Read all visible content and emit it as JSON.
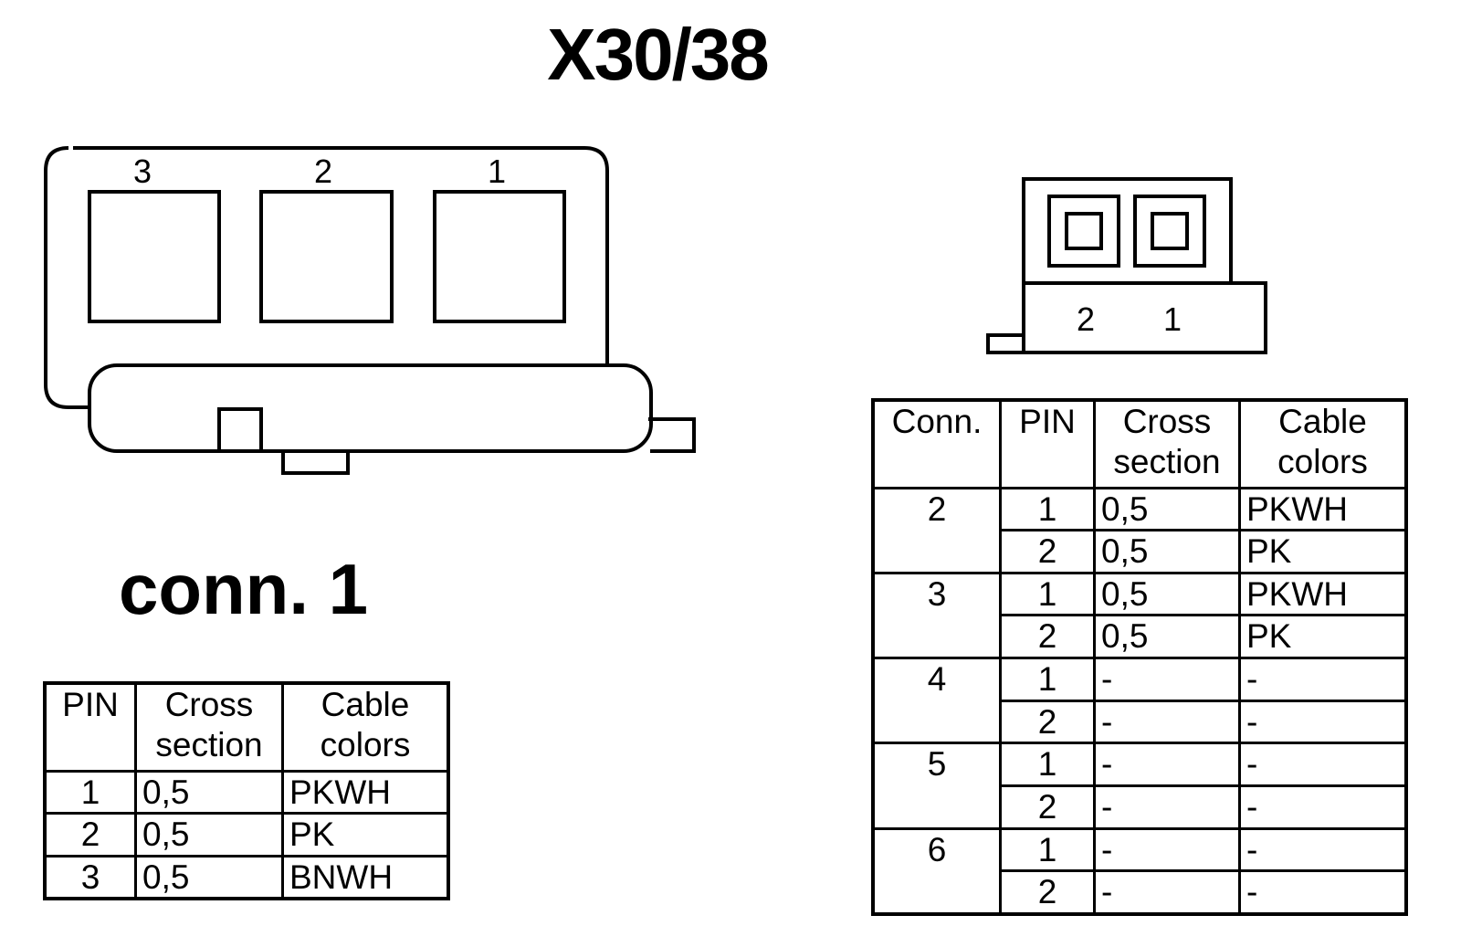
{
  "title": "X30/38",
  "connector1": {
    "label": "conn. 1",
    "cavity_numbers": [
      "3",
      "2",
      "1"
    ]
  },
  "connector2": {
    "cavity_numbers": [
      "2",
      "1"
    ]
  },
  "table1": {
    "headers": {
      "pin": "PIN",
      "cross_1": "Cross",
      "cross_2": "section",
      "colors_1": "Cable",
      "colors_2": "colors"
    },
    "rows": [
      {
        "pin": "1",
        "cross": "0,5",
        "color": "PKWH"
      },
      {
        "pin": "2",
        "cross": "0,5",
        "color": "PK"
      },
      {
        "pin": "3",
        "cross": "0,5",
        "color": "BNWH"
      }
    ]
  },
  "table2": {
    "headers": {
      "conn": "Conn.",
      "pin": "PIN",
      "cross_1": "Cross",
      "cross_2": "section",
      "colors_1": "Cable",
      "colors_2": "colors"
    },
    "groups": [
      {
        "conn": "2",
        "rows": [
          {
            "pin": "1",
            "cross": "0,5",
            "color": "PKWH"
          },
          {
            "pin": "2",
            "cross": "0,5",
            "color": "PK"
          }
        ]
      },
      {
        "conn": "3",
        "rows": [
          {
            "pin": "1",
            "cross": "0,5",
            "color": "PKWH"
          },
          {
            "pin": "2",
            "cross": "0,5",
            "color": "PK"
          }
        ]
      },
      {
        "conn": "4",
        "rows": [
          {
            "pin": "1",
            "cross": "-",
            "color": "-"
          },
          {
            "pin": "2",
            "cross": "-",
            "color": "-"
          }
        ]
      },
      {
        "conn": "5",
        "rows": [
          {
            "pin": "1",
            "cross": "-",
            "color": "-"
          },
          {
            "pin": "2",
            "cross": "-",
            "color": "-"
          }
        ]
      },
      {
        "conn": "6",
        "rows": [
          {
            "pin": "1",
            "cross": "-",
            "color": "-"
          },
          {
            "pin": "2",
            "cross": "-",
            "color": "-"
          }
        ]
      }
    ]
  }
}
